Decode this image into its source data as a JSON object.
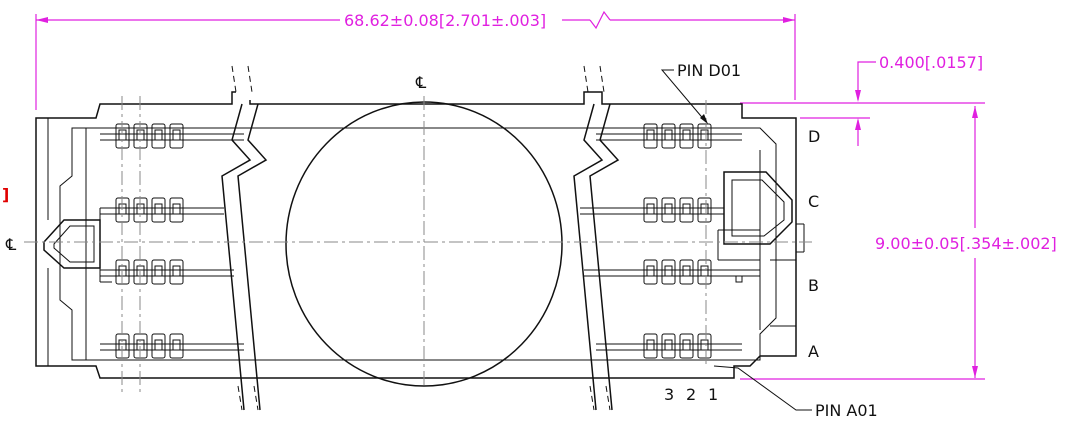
{
  "dimensions": {
    "overall_length": "68.62±0.08[2.701±.003]",
    "offset": "0.400[.0157]",
    "height": "9.00±0.05[.354±.002]"
  },
  "callouts": {
    "pin_d01": "PIN D01",
    "pin_a01": "PIN A01"
  },
  "row_labels": [
    "D",
    "C",
    "B",
    "A"
  ],
  "pin_numbers": [
    "3",
    "2",
    "1"
  ],
  "centerline_symbol": "℄",
  "clipped_text": "]",
  "colors": {
    "dimension": "#e020e0",
    "outline": "#111111",
    "clipped": "#e00000"
  }
}
